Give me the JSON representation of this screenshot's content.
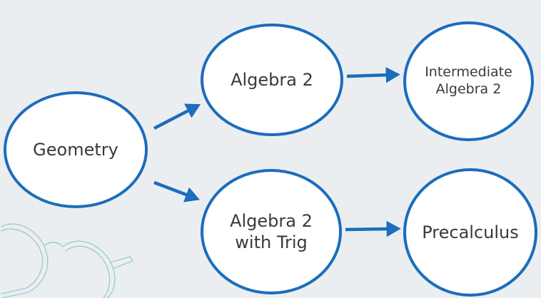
{
  "nodes": {
    "geometry": "Geometry",
    "algebra2": "Algebra 2",
    "algebra2_trig": "Algebra 2\nwith Trig",
    "intermediate_algebra2": "Intermediate\nAlgebra 2",
    "precalculus": "Precalculus"
  },
  "colors": {
    "background": "#ebeef1",
    "accent": "#1c6dbb",
    "node_fill": "#ffffff",
    "text": "#3a3a3a",
    "decoration": "#8fc7c6"
  },
  "decoration": "glasses-outline-icon"
}
